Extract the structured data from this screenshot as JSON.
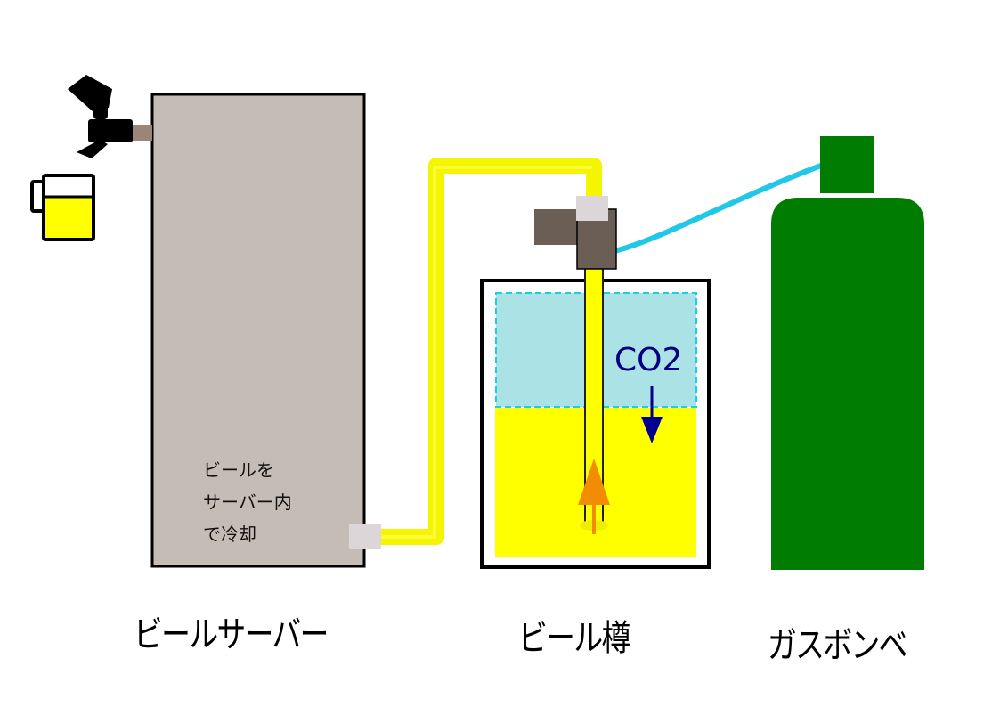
{
  "diagram": {
    "title": "ビールサーバーの仕組み",
    "labels": {
      "server": "ビールサーバー",
      "keg": "ビール樽",
      "gas_cylinder": "ガスボンベ"
    },
    "server_note": [
      "ビールを",
      "サーバー内",
      "で冷却"
    ],
    "gas_label": "CO2",
    "colors": {
      "server_body": "#c6bcb6",
      "beer": "#ffff00",
      "beer_tube": "#f5f500",
      "co2_space": "#abe2e5",
      "co2_dash": "#19d2e0",
      "co2_hose": "#1ec8e6",
      "coupler": "#6b5e55",
      "connector": "#dcd6d8",
      "cylinder": "#007d00",
      "co2_arrow": "#000090",
      "beer_arrow": "#f28c00",
      "tap_stub": "#9b8579"
    },
    "flows": [
      {
        "name": "co2-flow",
        "from": "gas_cylinder",
        "to": "keg",
        "direction": "down"
      },
      {
        "name": "beer-flow",
        "from": "keg",
        "to": "server",
        "direction": "up"
      }
    ]
  }
}
